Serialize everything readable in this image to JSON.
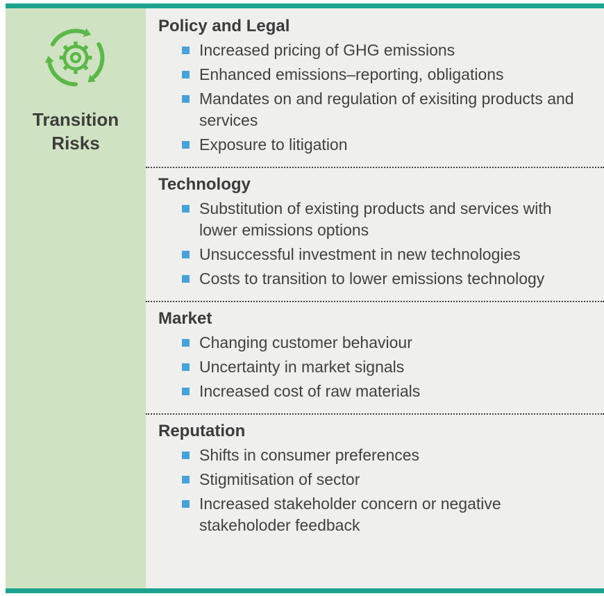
{
  "sidebar": {
    "title": "Transition Risks",
    "title_line1": "Transition",
    "title_line2": "Risks",
    "icon": "cycle-gear-icon"
  },
  "sections": [
    {
      "id": "policy-and-legal",
      "title": "Policy and Legal",
      "items": [
        "Increased pricing of GHG emissions",
        "Enhanced emissions–reporting, obligations",
        "Mandates on and regulation of exisiting products and services",
        "Exposure to litigation"
      ]
    },
    {
      "id": "technology",
      "title": "Technology",
      "items": [
        "Substitution of existing products and services with lower emissions options",
        "Unsuccessful investment in new technologies",
        "Costs to transition to lower emissions technology"
      ]
    },
    {
      "id": "market",
      "title": "Market",
      "items": [
        "Changing customer behaviour",
        "Uncertainty in market signals",
        "Increased cost of raw materials"
      ]
    },
    {
      "id": "reputation",
      "title": "Reputation",
      "items": [
        "Shifts in consumer preferences",
        "Stigmitisation of sector",
        "Increased stakeholder concern or negative stakeholoder feedback"
      ]
    }
  ],
  "colors": {
    "accent_teal": "#1ba390",
    "sidebar_green": "#cfe3c2",
    "icon_green": "#5cb848",
    "content_gray": "#efefed",
    "bullet_blue": "#46a2d9",
    "text_dark": "#3d3d3d"
  }
}
